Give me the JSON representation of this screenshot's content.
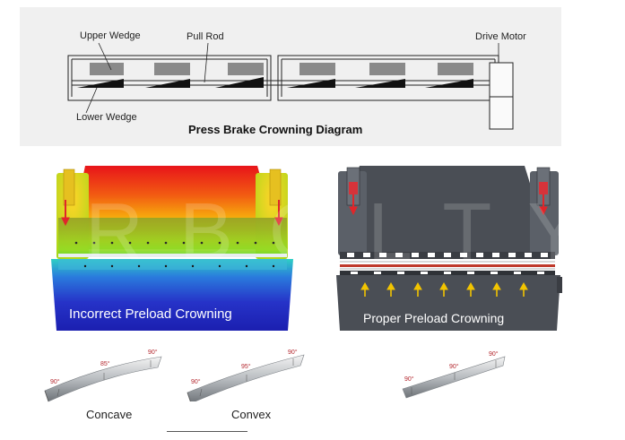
{
  "crowning_diagram": {
    "labels": {
      "upper_wedge": "Upper Wedge",
      "pull_rod": "Pull Rod",
      "drive_motor": "Drive Motor",
      "lower_wedge": "Lower Wedge"
    },
    "title": "Press Brake Crowning Diagram"
  },
  "press_left": {
    "caption": "Incorrect Preload Crowning"
  },
  "press_right": {
    "caption": "Proper  Preload Crowning"
  },
  "watermark": "RBQLTY",
  "dies": {
    "concave": {
      "label": "Concave",
      "angles": [
        "90°",
        "85°",
        "90°"
      ]
    },
    "convex": {
      "label": "Convex",
      "angles": [
        "90°",
        "95°",
        "90°"
      ]
    },
    "straight": {
      "angles": [
        "90°",
        "90°",
        "90°"
      ]
    }
  },
  "colors": {
    "panel_bg": "#f0f0f0",
    "wedge_dark": "#111111",
    "wedge_gray": "#8a8a8a",
    "arrow_red": "#e0262a",
    "arrow_yellow": "#f2c400",
    "machine_gray": "#4a4e55",
    "angle_red": "#b3262d"
  }
}
